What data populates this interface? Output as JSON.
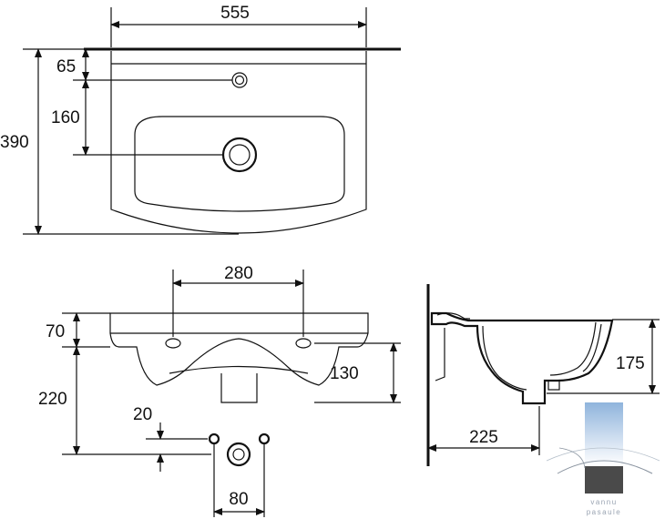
{
  "dimensions": {
    "top_width": "555",
    "top_faucet_offset": "65",
    "top_drain_offset": "160",
    "top_depth": "390",
    "front_hole_spacing": "280",
    "front_rim_height": "70",
    "front_total_height": "220",
    "front_hole_height": "130",
    "front_drain_offset": "20",
    "front_hole_pair": "80",
    "side_depth": "225",
    "side_height": "175"
  },
  "logo": {
    "line1": "vannu",
    "line2": "pasaule"
  },
  "colors": {
    "line": "#111111",
    "logo_blue": "#a9c7e8",
    "logo_dark": "#4a4a4a"
  }
}
